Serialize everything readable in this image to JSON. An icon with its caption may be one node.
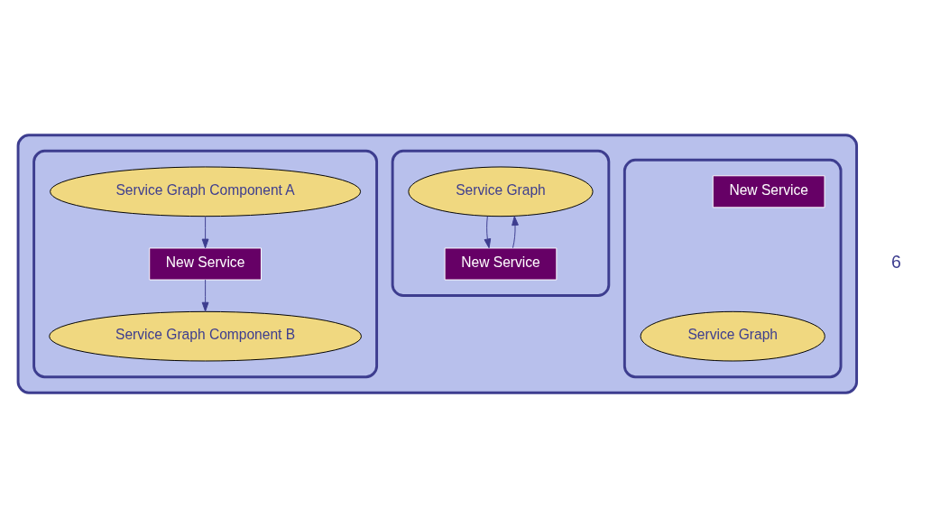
{
  "diagram": {
    "nodes": [
      {
        "text": [],
        "shape": "box"
      },
      {
        "text": [],
        "shape": "box",
        "in": 0
      },
      {
        "text": [
          "Service Graph"
        ],
        "in": 1
      },
      {
        "text": [
          "New Service"
        ],
        "in": 1
      },
      {
        "text": [],
        "shape": "box",
        "in": 0
      },
      {
        "text": [
          "Service Graph"
        ],
        "in": 4
      },
      {
        "text": [
          "New Service"
        ],
        "in": 4
      },
      {
        "text": [],
        "shape": "box",
        "in": 0
      },
      {
        "text": [
          "Service Graph Component A"
        ],
        "in": 7
      },
      {
        "text": [
          "New Service"
        ],
        "in": 7
      },
      {
        "text": [
          "Service Graph Component B"
        ],
        "in": 7
      }
    ],
    "edges": [
      {
        "from": 2,
        "to": 3,
        "arrow": "to"
      },
      {
        "from": 3,
        "to": 2,
        "arrow": "to"
      },
      {
        "from": 8,
        "to": 9,
        "arrow": "to"
      },
      {
        "from": 9,
        "to": 10,
        "arrow": "to"
      }
    ],
    "labels": [
      "6"
    ]
  }
}
